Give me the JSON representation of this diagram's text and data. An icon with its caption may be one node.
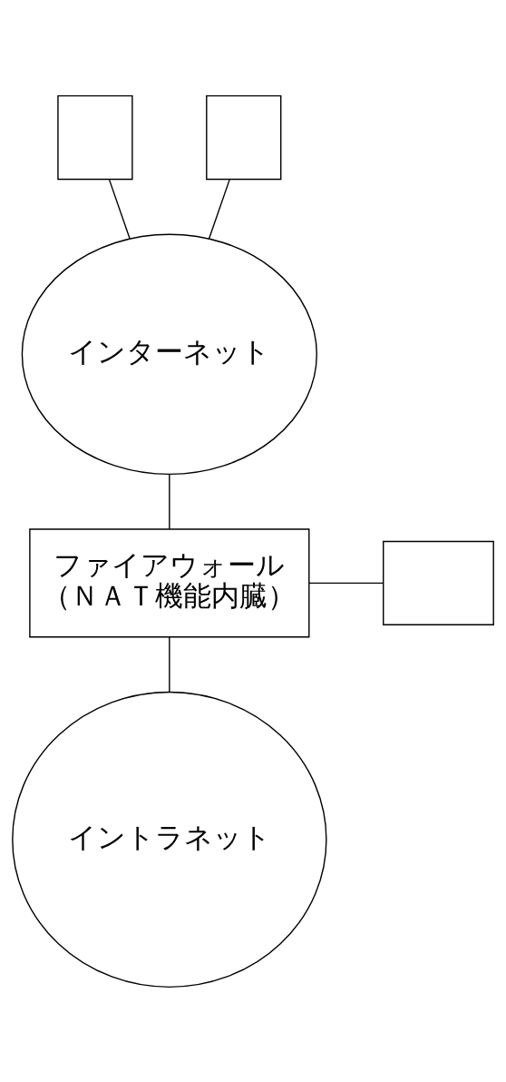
{
  "diagram": {
    "nodes": [
      {
        "text": [],
        "shape": "box"
      },
      {
        "text": [],
        "shape": "box"
      },
      {
        "text": [
          "インターネット"
        ]
      },
      {
        "text": [
          "ファイアウォール",
          "（ＮＡＴ機能内臓）"
        ]
      },
      {
        "text": [],
        "shape": "box"
      },
      {
        "text": [
          "イントラネット"
        ]
      }
    ],
    "edges": [
      {
        "from": 0,
        "to": 2,
        "arrow": "none"
      },
      {
        "from": 1,
        "to": 2,
        "arrow": "none"
      },
      {
        "from": 2,
        "to": 3,
        "arrow": "none"
      },
      {
        "from": 3,
        "to": 4,
        "arrow": "none"
      },
      {
        "from": 3,
        "to": 5,
        "arrow": "none"
      }
    ]
  }
}
